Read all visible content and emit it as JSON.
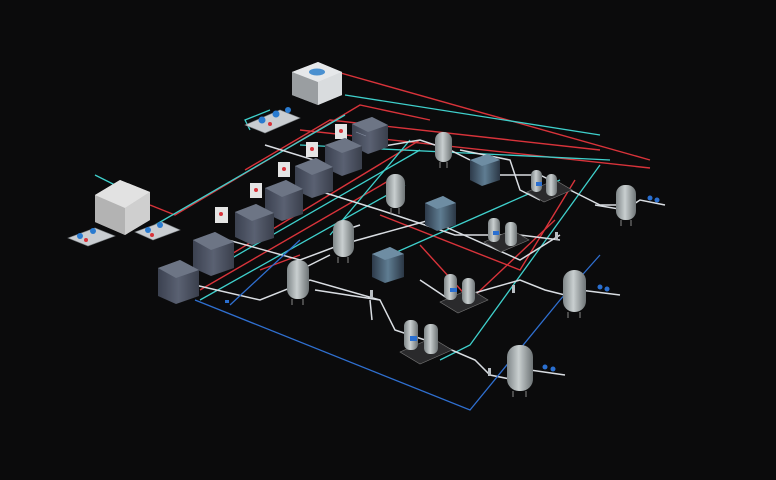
{
  "scene": {
    "background": "#0b0b0c",
    "pipe_colors": {
      "hot": "#d8333a",
      "cold": "#3fd0cc",
      "air": "#d9dde2",
      "drain": "#2f6fd0"
    },
    "equipment": [
      {
        "kind": "cooling-tower",
        "icon": "cooling-tower-icon"
      },
      {
        "kind": "water-tank",
        "icon": "water-tank-icon"
      },
      {
        "kind": "pump-skid",
        "icon": "pump-icon",
        "count": 3
      },
      {
        "kind": "air-compressor",
        "icon": "compressor-icon",
        "count": 6
      },
      {
        "kind": "control-cabinet",
        "icon": "cabinet-icon",
        "count": 6
      },
      {
        "kind": "air-dryer",
        "icon": "dryer-icon",
        "count": 3
      },
      {
        "kind": "filter-skid",
        "icon": "filter-icon",
        "count": 4
      },
      {
        "kind": "air-receiver-tank",
        "icon": "tank-icon",
        "count": 7
      },
      {
        "kind": "valve-set",
        "icon": "valve-icon",
        "count": 3
      }
    ]
  }
}
